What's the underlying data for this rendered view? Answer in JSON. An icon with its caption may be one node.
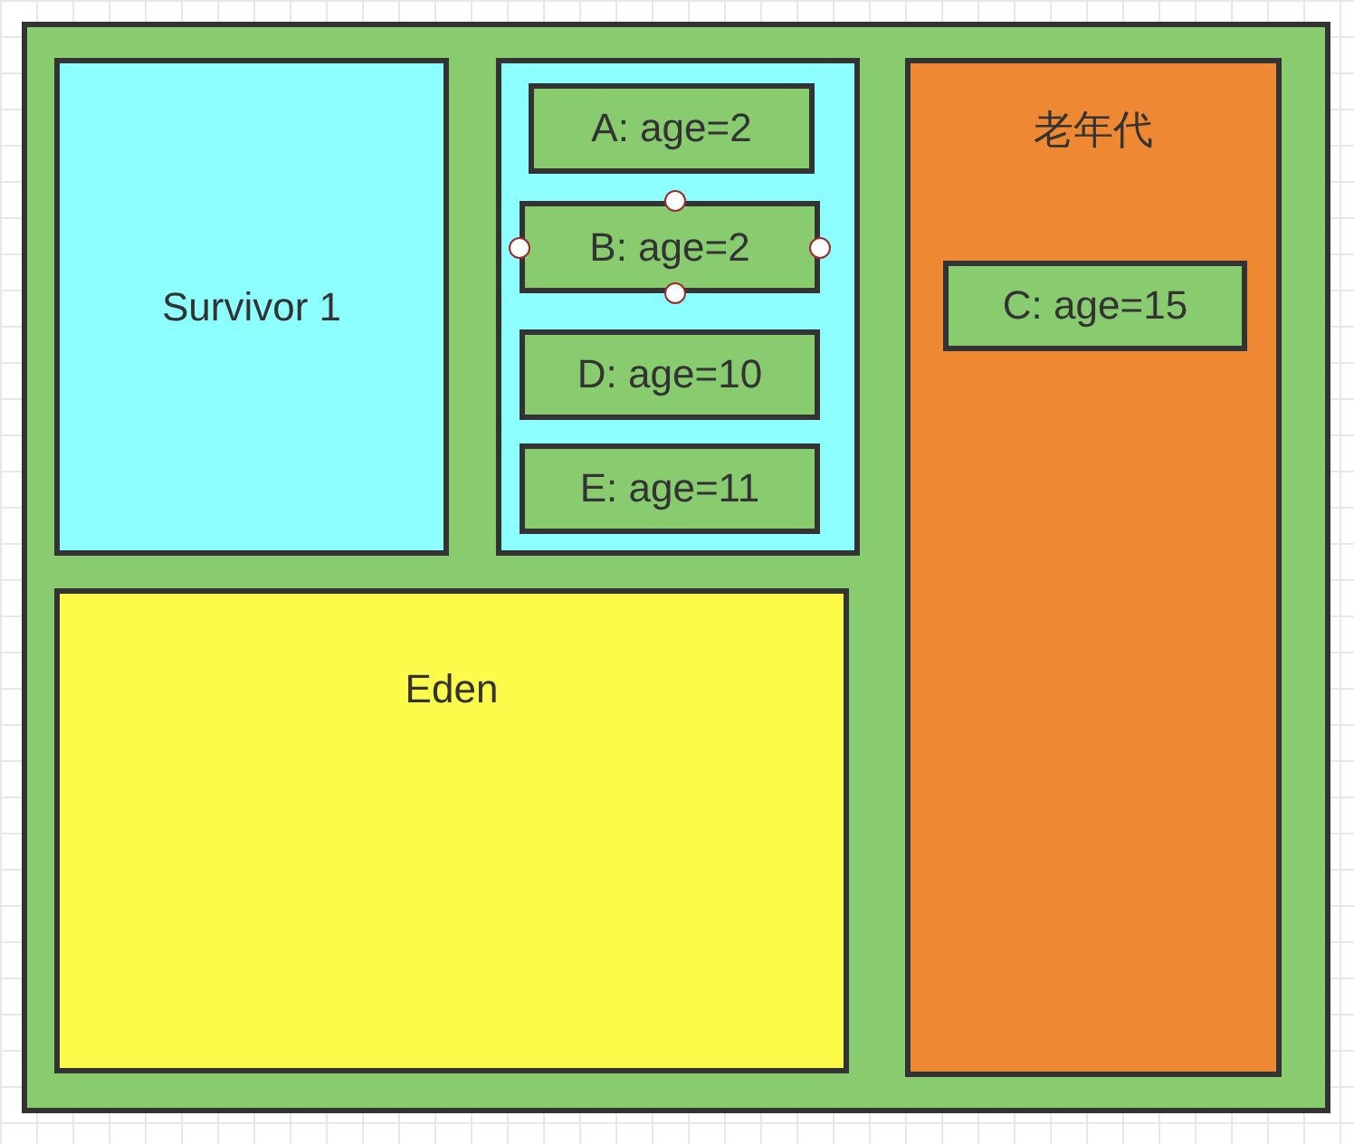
{
  "diagram": {
    "nodes": [
      {
        "text": [],
        "shape": "box"
      },
      {
        "text": [
          "Survivor 1"
        ],
        "in": 0
      },
      {
        "text": [],
        "shape": "box",
        "in": 0
      },
      {
        "text": [
          "A: age=2"
        ],
        "in": 2
      },
      {
        "text": [
          "B: age=2"
        ],
        "in": 2
      },
      {
        "text": [
          "D: age=10"
        ],
        "in": 2
      },
      {
        "text": [
          "E: age=11"
        ],
        "in": 2
      },
      {
        "text": [
          "老年代"
        ],
        "in": 0
      },
      {
        "text": [
          "C: age=15"
        ],
        "in": 7
      },
      {
        "text": [
          "Eden"
        ],
        "in": 0
      }
    ]
  }
}
